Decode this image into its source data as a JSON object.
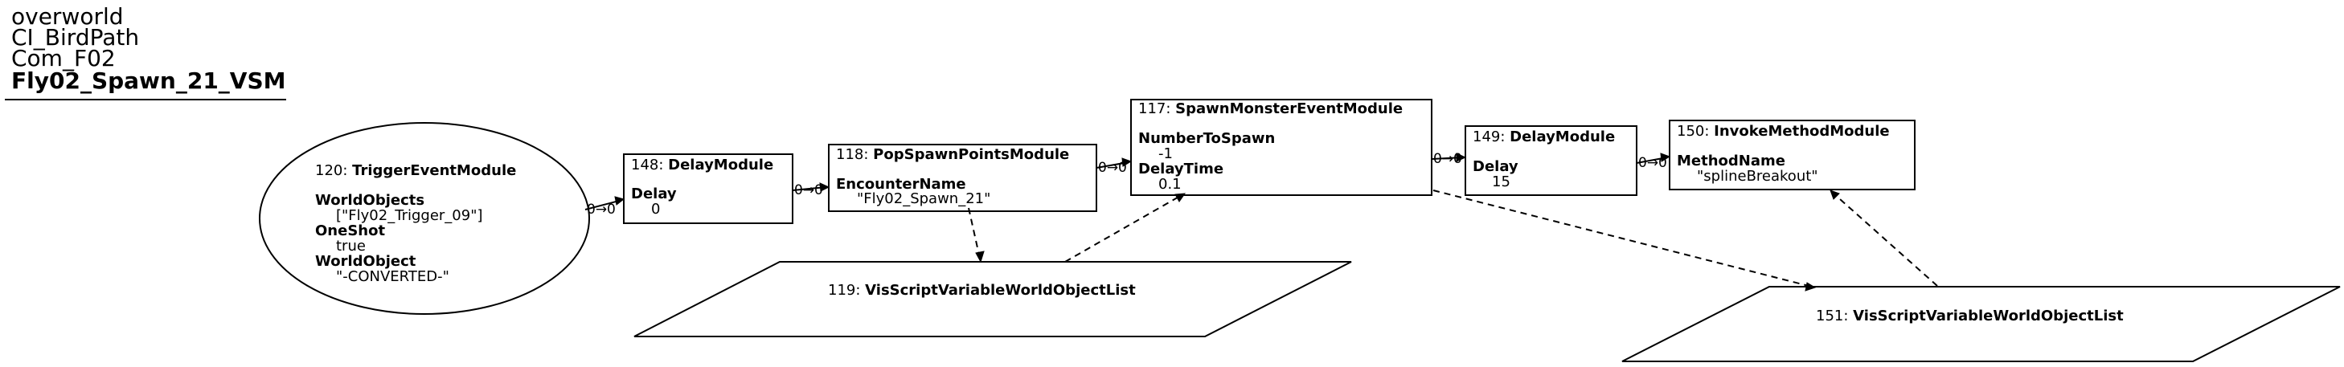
{
  "header": {
    "line1": "overworld",
    "line2": "CI_BirdPath",
    "line3": "Com_F02",
    "title": "Fly02_Spawn_21_VSM"
  },
  "port_label": "0→0",
  "nodes": {
    "n120": {
      "id": "120: ",
      "type": "TriggerEventModule",
      "props": [
        {
          "name": "WorldObjects",
          "value": "[\"Fly02_Trigger_09\"]"
        },
        {
          "name": "OneShot",
          "value": "true"
        },
        {
          "name": "WorldObject",
          "value": "\"-CONVERTED-\""
        }
      ]
    },
    "n148": {
      "id": "148: ",
      "type": "DelayModule",
      "props": [
        {
          "name": "Delay",
          "value": "0"
        }
      ]
    },
    "n118": {
      "id": "118: ",
      "type": "PopSpawnPointsModule",
      "props": [
        {
          "name": "EncounterName",
          "value": "\"Fly02_Spawn_21\""
        }
      ]
    },
    "n117": {
      "id": "117: ",
      "type": "SpawnMonsterEventModule",
      "props": [
        {
          "name": "NumberToSpawn",
          "value": "-1"
        },
        {
          "name": "DelayTime",
          "value": "0.1"
        }
      ]
    },
    "n149": {
      "id": "149: ",
      "type": "DelayModule",
      "props": [
        {
          "name": "Delay",
          "value": "15"
        }
      ]
    },
    "n150": {
      "id": "150: ",
      "type": "InvokeMethodModule",
      "props": [
        {
          "name": "MethodName",
          "value": "\"splineBreakout\""
        }
      ]
    },
    "n119": {
      "id": "119: ",
      "type": "VisScriptVariableWorldObjectList"
    },
    "n151": {
      "id": "151: ",
      "type": "VisScriptVariableWorldObjectList"
    }
  }
}
